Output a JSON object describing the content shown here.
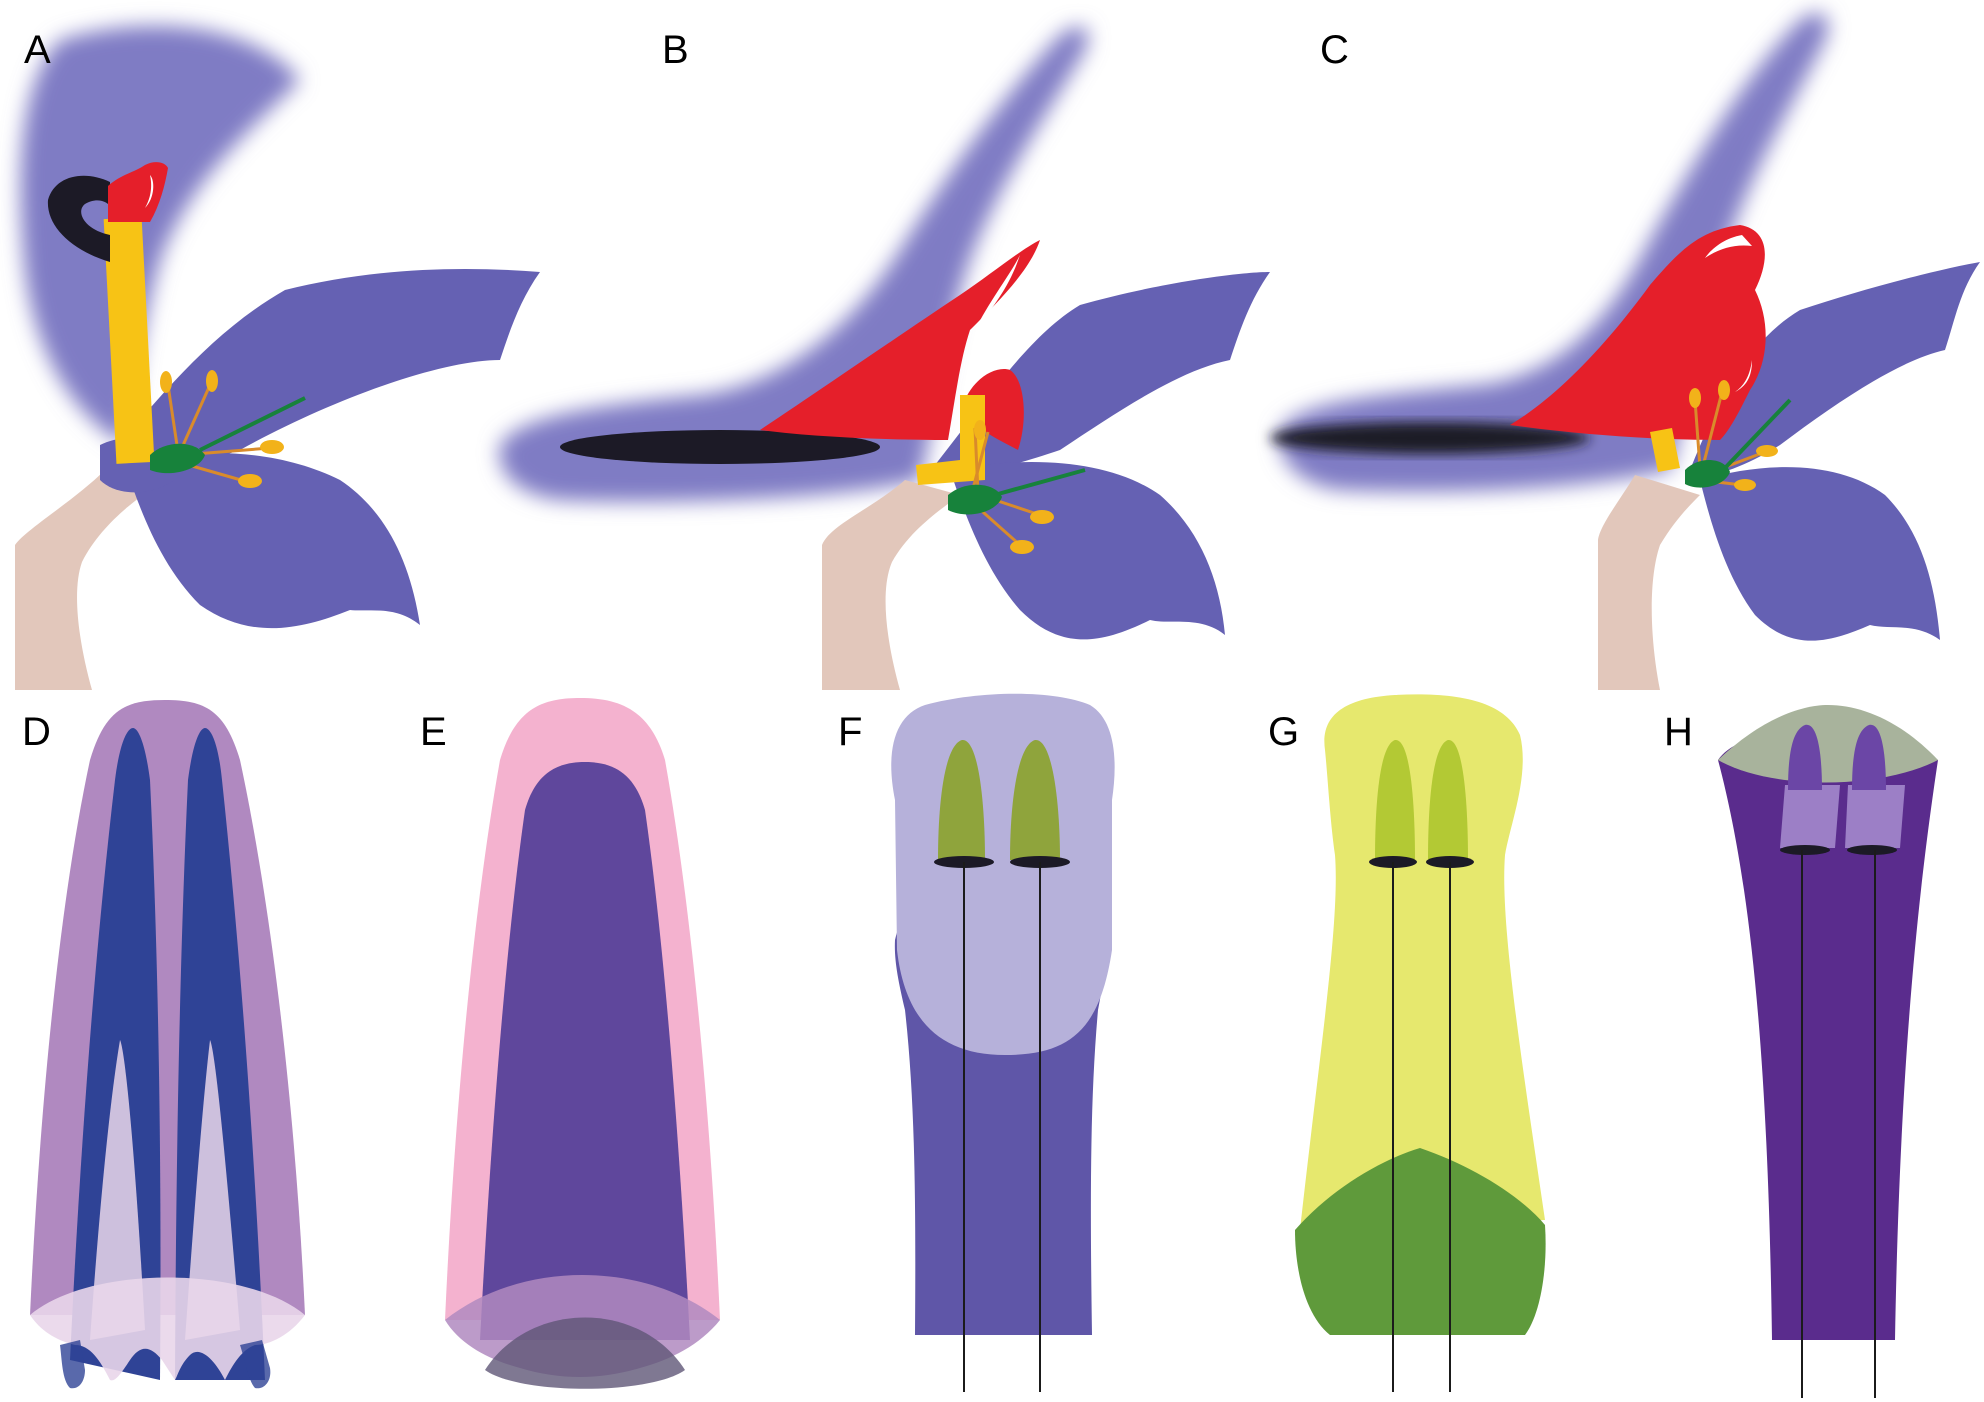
{
  "panels": [
    {
      "id": "A",
      "label": "A"
    },
    {
      "id": "B",
      "label": "B"
    },
    {
      "id": "C",
      "label": "C"
    },
    {
      "id": "D",
      "label": "D"
    },
    {
      "id": "E",
      "label": "E"
    },
    {
      "id": "F",
      "label": "F"
    },
    {
      "id": "G",
      "label": "G"
    },
    {
      "id": "H",
      "label": "H"
    }
  ],
  "colors": {
    "petal": "#6561b3",
    "petal_halo": "#7f7cc4",
    "stalk": "#e2c7bb",
    "style": "#f7c315",
    "red_part": "#e51f2a",
    "ovary": "#17823b",
    "stamen_filament": "#d98b2b",
    "anther": "#f2b21a",
    "slit": "#1c1a26",
    "d_outer": "#b089c0",
    "d_inner": "#2f4396",
    "d_light": "#e9d6ea",
    "e_outer": "#f4b2cf",
    "e_inner": "#5f479c",
    "f_upper": "#b6b1da",
    "f_lower": "#5f56a8",
    "f_pore": "#8fa43c",
    "g_upper": "#e6e86e",
    "g_lower": "#5f9a3b",
    "g_pore": "#b3c934",
    "h_body": "#5a2c8d",
    "h_cap": "#a8b39c",
    "h_pore": "#6b46a6",
    "h_pore_light": "#9c7fc6"
  }
}
